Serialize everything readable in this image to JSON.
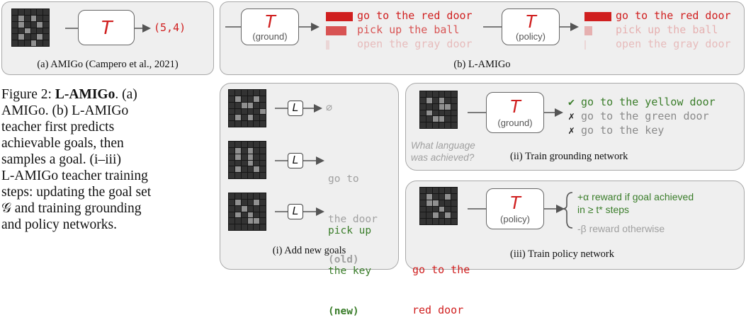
{
  "colors": {
    "red": "#d01f1f",
    "green": "#3a7d2a",
    "gray": "#a0a0a0",
    "panel": "#efefef"
  },
  "panel_a": {
    "teacher": "T",
    "output": "(5,4)",
    "caption": "(a) AMIGo (Campero et al., 2021)"
  },
  "panel_b": {
    "ground": {
      "label": "T",
      "sub": "(ground)"
    },
    "policy": {
      "label": "T",
      "sub": "(policy)"
    },
    "goals": [
      "go to the red door",
      "pick up the ball",
      "open the gray door"
    ],
    "ground_probs": [
      1.0,
      0.75,
      0.12
    ],
    "policy_probs": [
      1.0,
      0.3,
      0.02
    ],
    "caption": "(b) L-AMIGo"
  },
  "figure_caption": {
    "lines": [
      "Figure 2: ",
      "AMIGo. (b) L-AMIGo",
      "teacher first predicts",
      "achievable goals, then",
      "samples a goal. (i–iii)",
      "L-AMIGo teacher training",
      "steps: updating the goal set",
      "and training grounding",
      "and policy networks."
    ],
    "bold": "L-AMIGo",
    "suffix1": ". (a)",
    "set_symbol": "𝒢"
  },
  "panel_i": {
    "label": "L",
    "rows": [
      {
        "text": [
          "∅"
        ],
        "tag": ""
      },
      {
        "text": [
          "go to",
          "the door"
        ],
        "tag": "(old)"
      },
      {
        "text": [
          "pick up",
          "the key"
        ],
        "tag": "(new)"
      }
    ],
    "caption": "(i) Add new goals"
  },
  "panel_ii": {
    "label": "T",
    "sub": "(ground)",
    "results": [
      {
        "mark": "✔",
        "text": "go to the yellow door"
      },
      {
        "mark": "✗",
        "text": "go to the green door"
      },
      {
        "mark": "✗",
        "text": "go to the key"
      }
    ],
    "question": [
      "What language",
      "was achieved?"
    ],
    "caption": "(ii) Train grounding network"
  },
  "panel_iii": {
    "label": "T",
    "sub": "(policy)",
    "goal": [
      "go to the",
      "red door"
    ],
    "reward_pos": [
      "+α reward if goal achieved",
      "in ≥ t* steps"
    ],
    "reward_neg": "-β reward otherwise",
    "caption": "(iii) Train policy network"
  }
}
